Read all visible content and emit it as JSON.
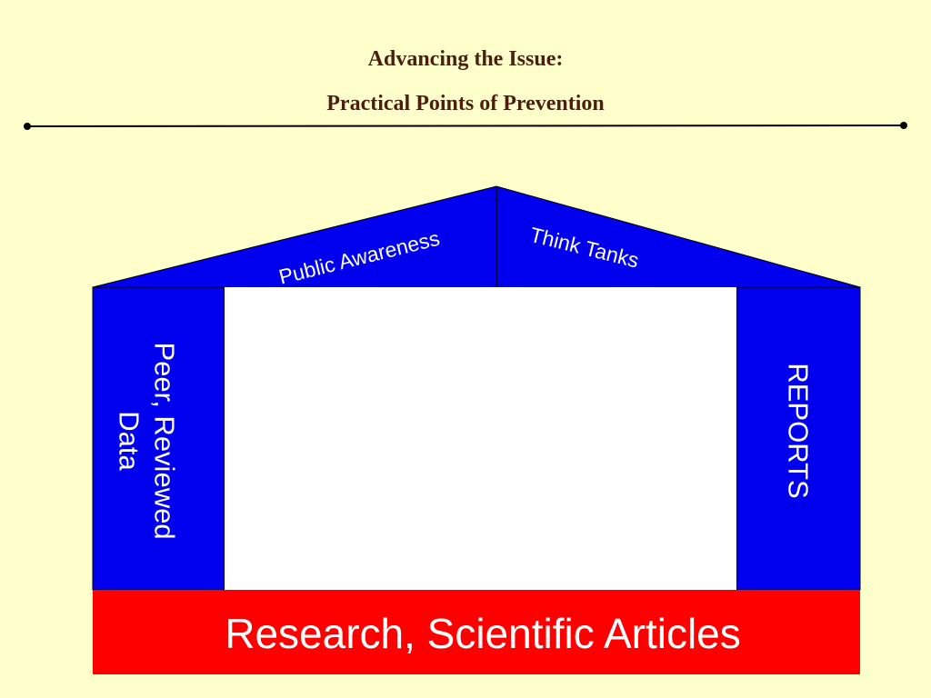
{
  "header": {
    "title": "Advancing the Issue:",
    "subtitle": "Practical Points of Prevention"
  },
  "diagram": {
    "roof_left": "Public Awareness",
    "roof_right": "Think Tanks",
    "pillar_left_line1": "Peer, Reviewed",
    "pillar_left_line2": "Data",
    "pillar_right": "REPORTS",
    "foundation": "Research, Scientific Articles"
  },
  "colors": {
    "background": "#ffffcc",
    "structure_blue": "#0000ee",
    "foundation_red": "#ff0000",
    "title_brown": "#4a1f0f"
  }
}
